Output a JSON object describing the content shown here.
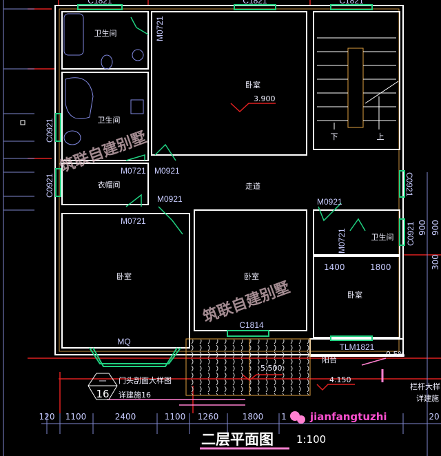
{
  "drawing": {
    "title": "二层平面图",
    "scale": "1:100",
    "watermark_text": "筑联自建别墅",
    "wechat_id": "jianfangtuzhi",
    "colors": {
      "background": "#000000",
      "wall": "#ffffff",
      "axis": "#e02020",
      "window": "#20d080",
      "dimension": "#a0a8ff",
      "annotation": "#ff80d0"
    }
  },
  "rooms": {
    "bath_top": "卫生间",
    "bath_mid": "卫生间",
    "closet": "衣帽间",
    "master_bedroom": "卧室",
    "corridor": "走道",
    "bedroom_left": "卧室",
    "bedroom_middle": "卧室",
    "bath_right": "卫生间",
    "bedroom_right": "卧室",
    "balcony": "阳台",
    "stair_down": "下",
    "stair_up": "上"
  },
  "openings": {
    "top_window_1": "C1821",
    "top_window_2": "C1821",
    "top_window_3": "C1821",
    "door_bath_top": "M0721",
    "window_left_1": "C0921",
    "window_left_2": "C0921",
    "door_bath_mid": "M0721",
    "door_master": "M0921",
    "door_bedroom_mid": "M0921",
    "door_closet": "M0721",
    "door_right_bedroom": "M0921",
    "door_right_bath": "M0721",
    "window_right_1": "C0921",
    "window_right_2": "C0921",
    "window_middle": "C1814",
    "bay_window": "MQ",
    "balcony_door": "TLM1821"
  },
  "levels": {
    "master": "3.900",
    "terrace": "5.500",
    "balcony_low": "4.150",
    "slope": "0.5%"
  },
  "details": {
    "detail_number": "16",
    "detail_ref": "一",
    "detail_title": "门头剖面大样图",
    "detail_sheet": "详建施16",
    "railing_title": "栏杆大样",
    "railing_sheet": "详建施"
  },
  "inner_dims": {
    "a": "1400",
    "b": "1800"
  },
  "right_dims": [
    "900",
    "900",
    "300"
  ],
  "bottom_dims": [
    "120",
    "1100",
    "2400",
    "1100",
    "1260",
    "1800",
    "1",
    "20"
  ]
}
